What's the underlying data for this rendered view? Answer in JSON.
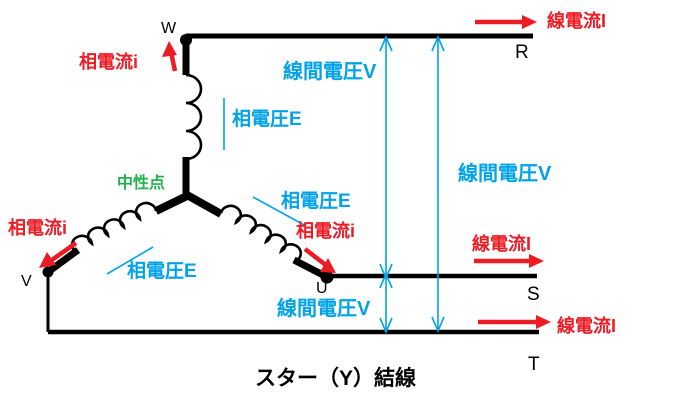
{
  "diagram_title": "スター（Y）結線",
  "palette": {
    "current_red": "#ED1C24",
    "voltage_blue": "#00A2E8",
    "neutral_green": "#22B14C",
    "wire_black": "#000000",
    "background": "#FFFFFF"
  },
  "neutral": {
    "label": "中性点"
  },
  "terminals": {
    "w": "W",
    "v": "V",
    "u": "U"
  },
  "phase_lines": {
    "r": "R",
    "s": "S",
    "t": "T"
  },
  "annotations": {
    "phase_current": {
      "label": "相電流i",
      "color": "#ED1C24",
      "occurrences": 3
    },
    "phase_voltage": {
      "label": "相電圧E",
      "color": "#00A2E8",
      "occurrences": 3
    },
    "line_voltage": {
      "label": "線間電圧V",
      "color": "#00A2E8",
      "occurrences": 3
    },
    "line_current": {
      "label": "線電流I",
      "color": "#ED1C24",
      "occurrences": 3
    }
  }
}
